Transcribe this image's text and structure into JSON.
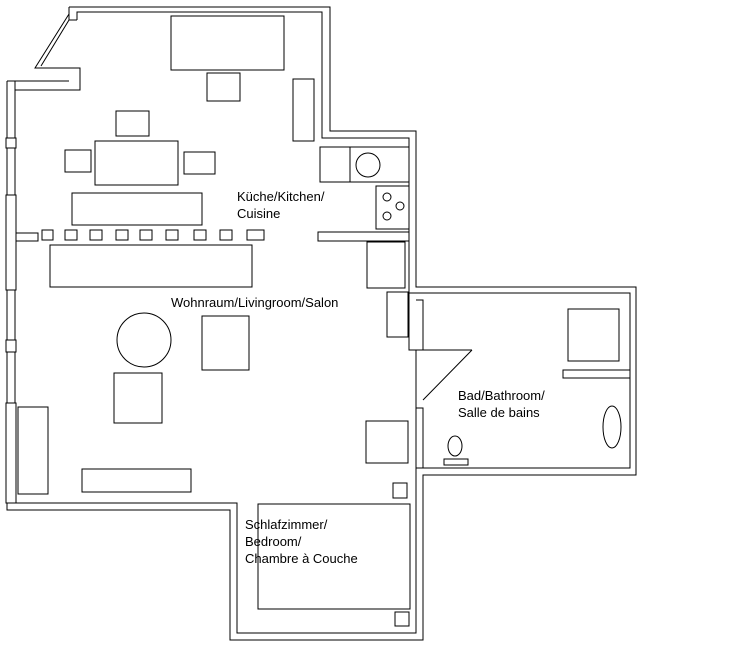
{
  "rooms": {
    "kitchen": [
      "Küche/Kitchen/",
      "Cuisine"
    ],
    "living": [
      "Wohnraum/Livingroom/Salon"
    ],
    "bathroom": [
      "Bad/Bathroom/",
      "Salle de bains"
    ],
    "bedroom": [
      "Schlafzimmer/",
      "Bedroom/",
      "Chambre à Couche"
    ]
  }
}
